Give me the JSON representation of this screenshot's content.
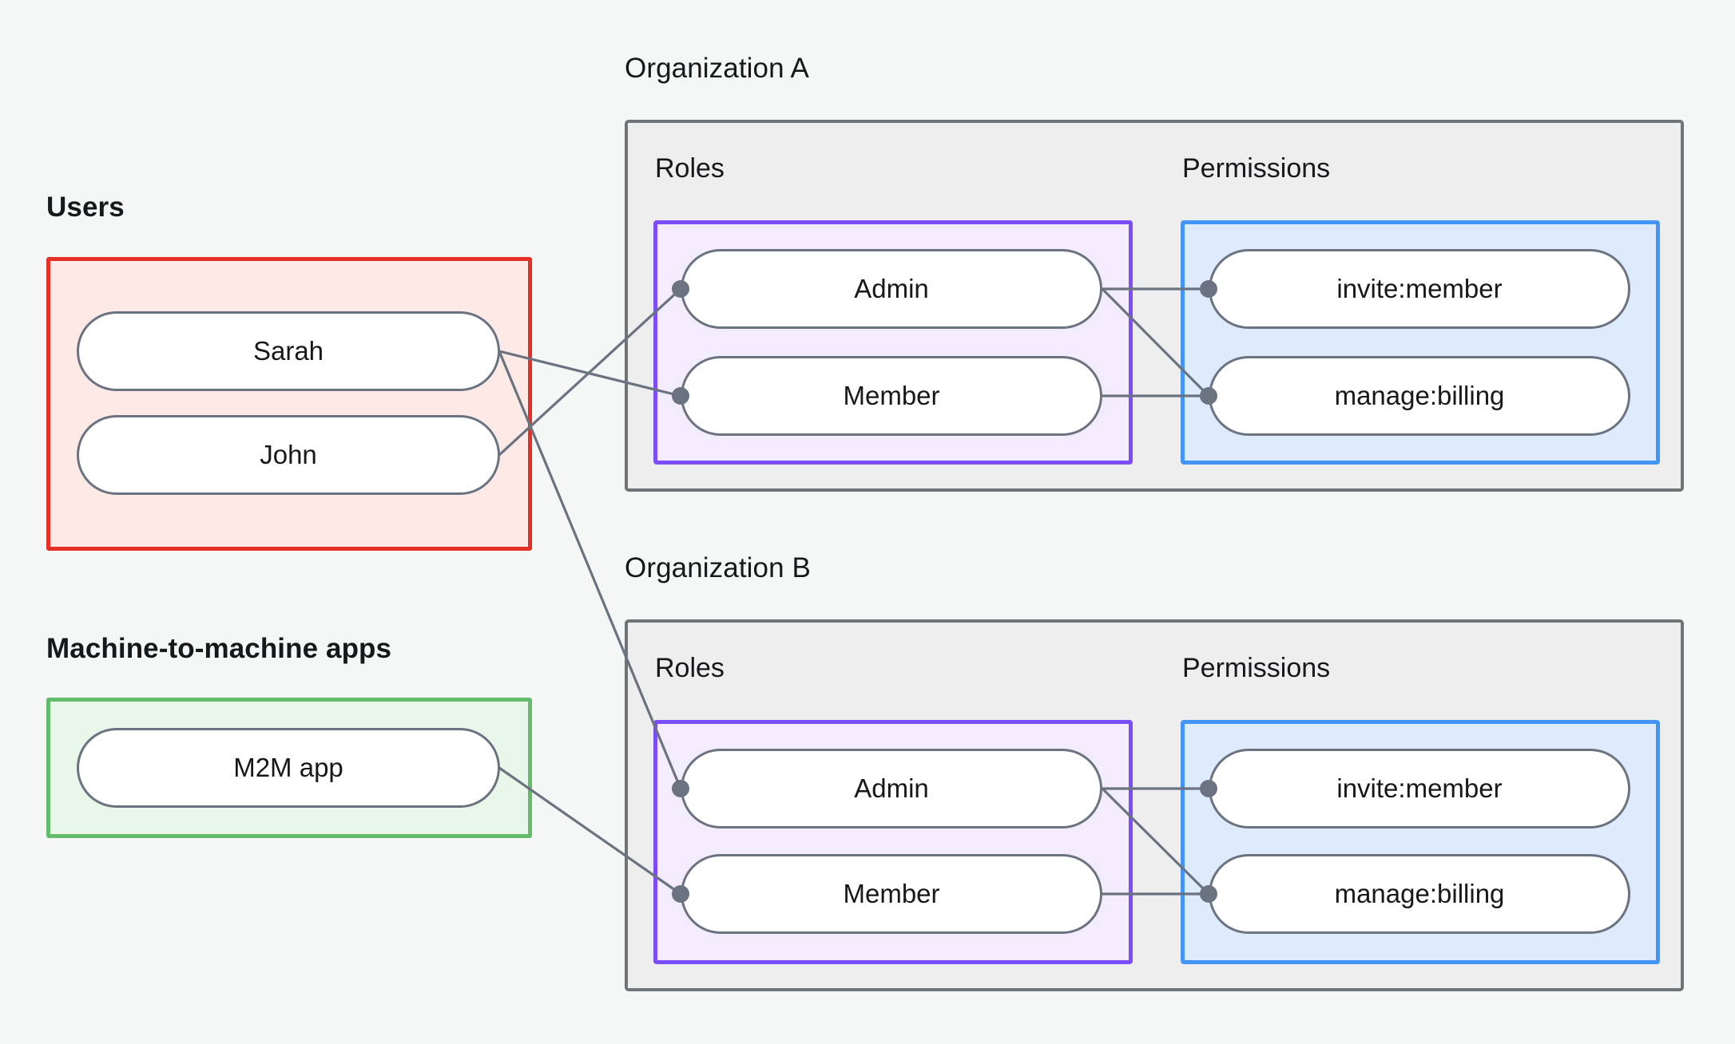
{
  "diagram": {
    "title_users": "Users",
    "title_m2m": "Machine-to-machine apps",
    "title_org_a": "Organization A",
    "title_org_b": "Organization B",
    "label_roles": "Roles",
    "label_permissions": "Permissions"
  },
  "users": {
    "caption": "Users",
    "nodes": [
      {
        "label": "Sarah"
      },
      {
        "label": "John"
      }
    ]
  },
  "m2m": {
    "caption": "Machine-to-machine apps",
    "nodes": [
      {
        "label": "M2M app"
      }
    ]
  },
  "org_a": {
    "caption": "Organization A",
    "roles_label": "Roles",
    "permissions_label": "Permissions",
    "roles": [
      {
        "label": "Admin"
      },
      {
        "label": "Member"
      }
    ],
    "permissions": [
      {
        "label": "invite:member"
      },
      {
        "label": "manage:billing"
      }
    ]
  },
  "org_b": {
    "caption": "Organization B",
    "roles_label": "Roles",
    "permissions_label": "Permissions",
    "roles": [
      {
        "label": "Admin"
      },
      {
        "label": "Member"
      }
    ],
    "permissions": [
      {
        "label": "invite:member"
      },
      {
        "label": "manage:billing"
      }
    ]
  },
  "colors": {
    "background": "#f5f7f6",
    "users_border": "#e43026",
    "users_fill": "#fdeae7",
    "m2m_border": "#63bb6c",
    "m2m_fill": "#e9f6ea",
    "org_border": "#6f7478",
    "org_fill": "#eeeeee",
    "roles_border": "#7c4dfb",
    "roles_fill": "#f3ecfd",
    "permissions_border": "#4295f7",
    "permissions_fill": "#ddebfd",
    "node_border": "#6b7280",
    "node_fill": "#ffffff",
    "edge": "#6b7280",
    "text": "#16181c"
  },
  "edges": [
    {
      "from": "users.Sarah",
      "to": "org_a.roles.Member"
    },
    {
      "from": "users.Sarah",
      "to": "org_b.roles.Admin"
    },
    {
      "from": "users.John",
      "to": "org_a.roles.Admin"
    },
    {
      "from": "m2m.M2M app",
      "to": "org_b.roles.Member"
    },
    {
      "from": "org_a.roles.Admin",
      "to": "org_a.permissions.invite:member"
    },
    {
      "from": "org_a.roles.Admin",
      "to": "org_a.permissions.manage:billing"
    },
    {
      "from": "org_a.roles.Member",
      "to": "org_a.permissions.manage:billing"
    },
    {
      "from": "org_b.roles.Admin",
      "to": "org_b.permissions.invite:member"
    },
    {
      "from": "org_b.roles.Admin",
      "to": "org_b.permissions.manage:billing"
    },
    {
      "from": "org_b.roles.Member",
      "to": "org_b.permissions.manage:billing"
    }
  ]
}
